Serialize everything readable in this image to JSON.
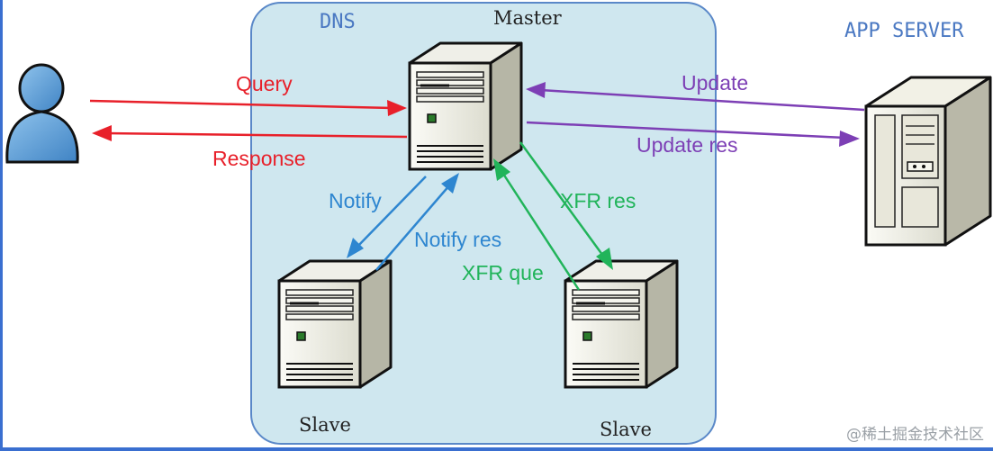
{
  "labels": {
    "dns": "DNS",
    "master": "Master",
    "app_server": "APP SERVER",
    "slave_left": "Slave",
    "slave_right": "Slave",
    "query": "Query",
    "response": "Response",
    "update": "Update",
    "update_res": "Update res",
    "notify": "Notify",
    "notify_res": "Notify res",
    "xfr_res": "XFR res",
    "xfr_que": "XFR que"
  },
  "watermark": "@稀土掘金技术社区",
  "colors": {
    "query": "#e8202a",
    "update": "#7d3fb5",
    "notify": "#2e86d0",
    "xfr": "#21b45a",
    "dns_title": "#4a78c2",
    "dns_fill": "#cfe7ef",
    "dns_border": "#5a88c8"
  },
  "icons": {
    "user": "user-icon",
    "server": "server-icon",
    "app_server": "app-server-icon"
  }
}
